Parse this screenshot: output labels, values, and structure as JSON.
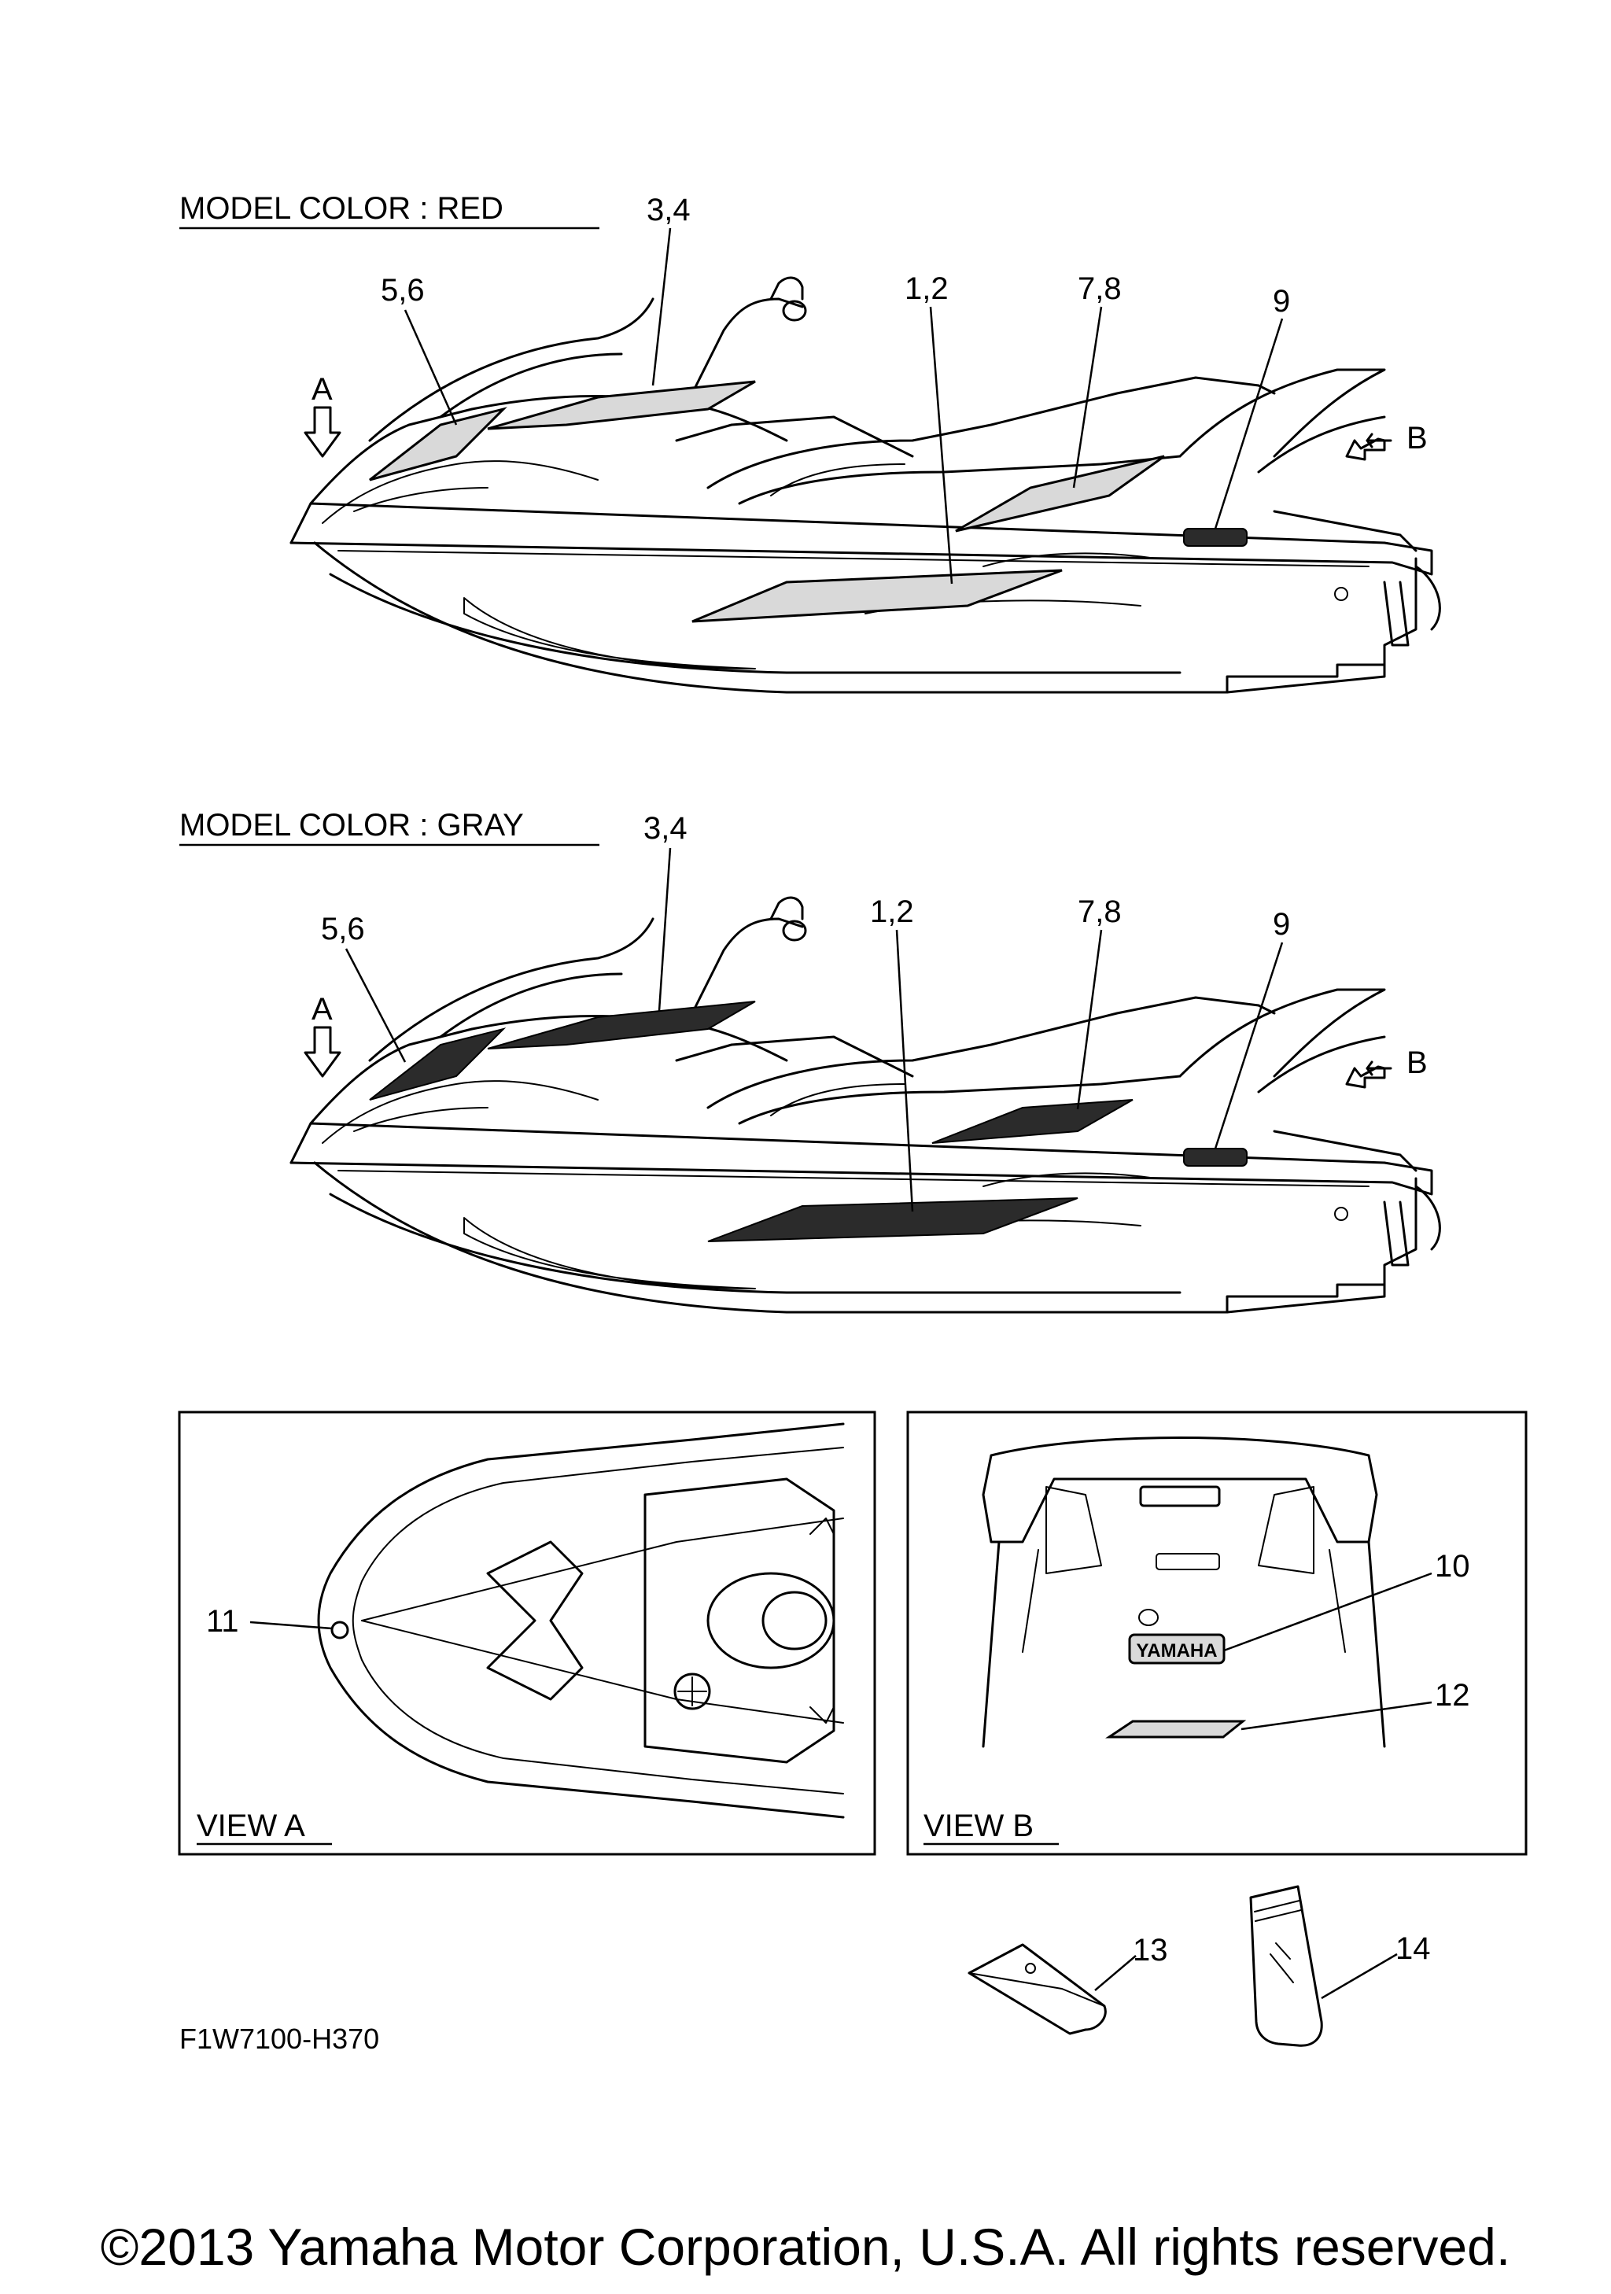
{
  "section_red": {
    "header": "MODEL COLOR : RED",
    "callouts": [
      "3,4",
      "5,6",
      "1,2",
      "7,8",
      "9"
    ],
    "arrow_a": "A",
    "arrow_b": "B"
  },
  "section_gray": {
    "header": "MODEL COLOR : GRAY",
    "callouts": [
      "3,4",
      "5,6",
      "1,2",
      "7,8",
      "9"
    ],
    "arrow_a": "A",
    "arrow_b": "B"
  },
  "view_a": {
    "title": "VIEW A",
    "callout": "11"
  },
  "view_b": {
    "title": "VIEW B",
    "callouts": [
      "10",
      "12"
    ],
    "badge_text": "YAMAHA"
  },
  "loose_parts": {
    "callouts": [
      "13",
      "14"
    ]
  },
  "drawing_code": "F1W7100-H370",
  "copyright": "©2013 Yamaha Motor Corporation, U.S.A. All rights reserved."
}
